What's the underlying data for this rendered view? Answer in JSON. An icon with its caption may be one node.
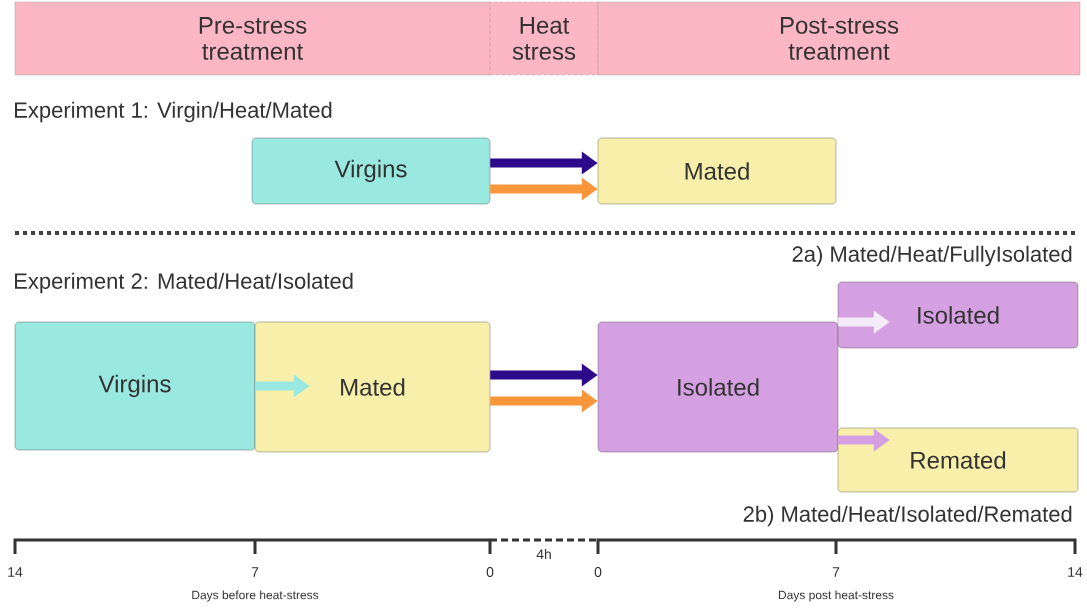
{
  "diagram": {
    "nodes": [
      {
        "text": [
          "Pre-stress treatment"
        ]
      },
      {
        "text": [
          "Heat stress"
        ]
      },
      {
        "text": [
          "Post-stress treatment"
        ]
      },
      {
        "text": [
          "Virgins"
        ]
      },
      {
        "text": [
          "Mated"
        ]
      },
      {
        "text": [
          "Virgins"
        ]
      },
      {
        "text": [
          "Mated"
        ]
      },
      {
        "text": [
          "Isolated"
        ]
      },
      {
        "text": [
          "Isolated"
        ]
      },
      {
        "text": [
          "Remated"
        ]
      }
    ],
    "edges": [
      {
        "from": 3,
        "to": 4,
        "arrow": "to",
        "color": "#2d0a8a"
      },
      {
        "from": 3,
        "to": 4,
        "arrow": "to",
        "color": "#f7963a"
      },
      {
        "from": 5,
        "to": 6,
        "arrow": "to",
        "color": "#99e9e1"
      },
      {
        "from": 6,
        "to": 7,
        "arrow": "to",
        "color": "#2d0a8a"
      },
      {
        "from": 6,
        "to": 7,
        "arrow": "to",
        "color": "#f7963a"
      },
      {
        "from": 7,
        "to": 8,
        "arrow": "to",
        "color": "#f4ecf8"
      },
      {
        "from": 7,
        "to": 9,
        "arrow": "to",
        "color": "#d4a0e2"
      }
    ],
    "labels": [
      "Experiment 1: Virgin/Heat/Mated",
      "2a) Mated/Heat/FullyIsolated",
      "Experiment 2: Mated/Heat/Isolated",
      "2b) Mated/Heat/Isolated/Remated",
      "14",
      "7",
      "0",
      "4h",
      "0",
      "7",
      "14",
      "Days before heat-stress",
      "Days post heat-stress"
    ]
  }
}
